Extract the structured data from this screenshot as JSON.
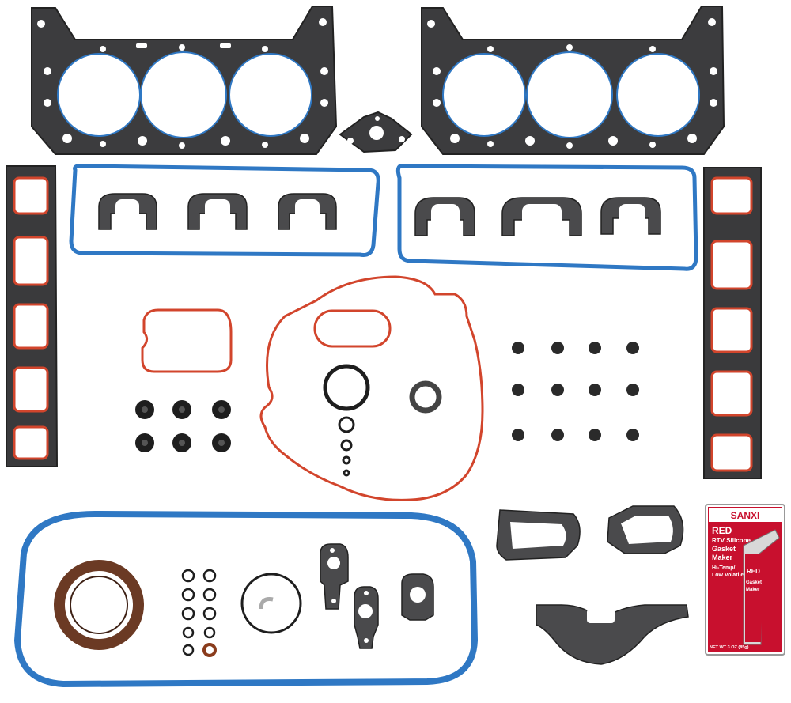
{
  "colors": {
    "background": "#ffffff",
    "gasket_dark": "#3a3a3c",
    "gasket_mid": "#5a5a5c",
    "bead_blue": "#2f78c4",
    "bead_red": "#d2452c",
    "seal_black": "#1e1e1e",
    "seal_brown": "#6b3a24",
    "package_red": "#c8102e"
  },
  "package": {
    "brand": "SANXI",
    "product_line": "RED",
    "product_desc_1": "RTV Silicone",
    "product_desc_2": "Gasket",
    "product_desc_3": "Maker",
    "feature": "Hi-Temp/",
    "feature_2": "Low Volatile",
    "tube_label_1": "RED",
    "tube_label_2": "Gasket",
    "tube_label_3": "Maker",
    "net_wt": "NET WT 3 OZ (85g)"
  }
}
